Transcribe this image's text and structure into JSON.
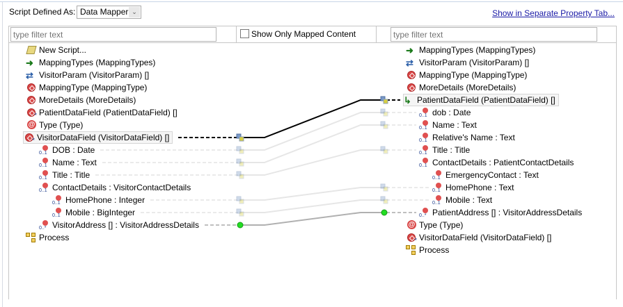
{
  "header": {
    "script_label": "Script Defined As:",
    "script_value": "Data Mapper",
    "separate_tab_link": "Show in Separate Property Tab..."
  },
  "filters": {
    "left_placeholder": "type filter text",
    "right_placeholder": "type filter text",
    "show_only_mapped": "Show Only Mapped Content",
    "show_only_mapped_checked": false
  },
  "left_tree": [
    {
      "label": "New Script...",
      "icon": "script-icon",
      "level": 0
    },
    {
      "label": "MappingTypes (MappingTypes)",
      "icon": "mapping-types-icon",
      "level": 0
    },
    {
      "label": "VisitorParam (VisitorParam) []",
      "icon": "param-icon",
      "level": 0
    },
    {
      "label": "MappingType (MappingType)",
      "icon": "class-icon",
      "level": 0
    },
    {
      "label": "MoreDetails (MoreDetails)",
      "icon": "class-icon",
      "level": 0
    },
    {
      "label": "PatientDataField (PatientDataField) []",
      "icon": "class-array-icon",
      "level": 0
    },
    {
      "label": "Type (Type)",
      "icon": "enum-icon",
      "level": 0
    },
    {
      "label": "VisitorDataField (VisitorDataField) []",
      "icon": "class-array-icon",
      "level": 0,
      "selected": true
    },
    {
      "label": "DOB  : Date",
      "icon": "attribute-icon",
      "level": 1
    },
    {
      "label": "Name  : Text",
      "icon": "attribute-icon",
      "level": 1
    },
    {
      "label": "Title  : Title",
      "icon": "attribute-icon",
      "level": 1
    },
    {
      "label": "ContactDetails  : VisitorContactDetails",
      "icon": "attribute-icon",
      "level": 1
    },
    {
      "label": "HomePhone  : Integer",
      "icon": "attribute-icon",
      "level": 2
    },
    {
      "label": "Mobile  : BigInteger",
      "icon": "attribute-icon",
      "level": 2
    },
    {
      "label": "VisitorAddress [] : VisitorAddressDetails",
      "icon": "attribute-array-icon",
      "level": 1
    },
    {
      "label": "Process",
      "icon": "process-icon",
      "level": 0
    }
  ],
  "right_tree": [
    {
      "label": "MappingTypes (MappingTypes)",
      "icon": "mapping-types-icon",
      "level": 0
    },
    {
      "label": "VisitorParam (VisitorParam) []",
      "icon": "param-icon",
      "level": 0
    },
    {
      "label": "MappingType (MappingType)",
      "icon": "class-icon",
      "level": 0
    },
    {
      "label": "MoreDetails (MoreDetails)",
      "icon": "class-icon",
      "level": 0
    },
    {
      "label": "PatientDataField (PatientDataField) []",
      "icon": "target-list-icon",
      "level": 0,
      "selected": true
    },
    {
      "label": "dob  : Date",
      "icon": "attribute-icon",
      "level": 1
    },
    {
      "label": "Name  : Text",
      "icon": "attribute-icon",
      "level": 1
    },
    {
      "label": "Relative's Name  : Text",
      "icon": "attribute-icon",
      "level": 1
    },
    {
      "label": "Title  : Title",
      "icon": "attribute-icon",
      "level": 1
    },
    {
      "label": "ContactDetails  : PatientContactDetails",
      "icon": "attribute-icon",
      "level": 1
    },
    {
      "label": "EmergencyContact  : Text",
      "icon": "attribute-icon",
      "level": 2
    },
    {
      "label": "HomePhone  : Text",
      "icon": "attribute-icon",
      "level": 2
    },
    {
      "label": "Mobile  : Text",
      "icon": "attribute-icon",
      "level": 2
    },
    {
      "label": "PatientAddress [] : VisitorAddressDetails",
      "icon": "attribute-array-icon",
      "level": 1
    },
    {
      "label": "Type (Type)",
      "icon": "enum-icon",
      "level": 0
    },
    {
      "label": "VisitorDataField (VisitorDataField) []",
      "icon": "class-array-icon",
      "level": 0
    },
    {
      "label": "Process",
      "icon": "process-icon",
      "level": 0
    }
  ],
  "mappings": [
    {
      "from": 7,
      "to": 4,
      "style": "selected"
    },
    {
      "from": 8,
      "to": 5,
      "style": "faded"
    },
    {
      "from": 9,
      "to": 6,
      "style": "faded"
    },
    {
      "from": 10,
      "to": 8,
      "style": "faded"
    },
    {
      "from": 12,
      "to": 11,
      "style": "faded"
    },
    {
      "from": 13,
      "to": 12,
      "style": "faded"
    },
    {
      "from": 14,
      "to": 13,
      "style": "active"
    }
  ],
  "colors": {
    "link": "#1a1aa6",
    "selected_line": "#000000",
    "faded_line": "#e6e6e6",
    "active_line": "#b0b0b0",
    "active_node": "#22dd22"
  }
}
